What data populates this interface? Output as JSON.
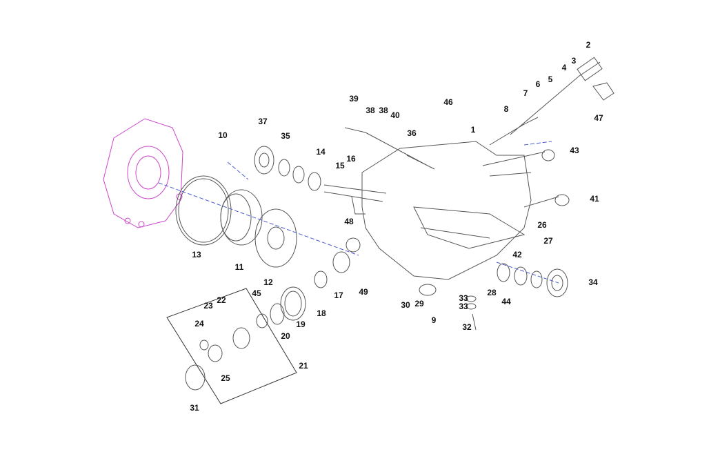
{
  "diagram": {
    "title": "Injection pump exploded view",
    "colors": {
      "line": "#444444",
      "flange": "#cc44cc",
      "leader": "#4a5ad0"
    },
    "labels": [
      "2",
      "3",
      "4",
      "5",
      "6",
      "7",
      "8",
      "47",
      "46",
      "39",
      "38",
      "38",
      "40",
      "36",
      "1",
      "43",
      "41",
      "37",
      "35",
      "14",
      "16",
      "15",
      "10",
      "13",
      "11",
      "12",
      "48",
      "17",
      "18",
      "49",
      "26",
      "27",
      "42",
      "28",
      "44",
      "34",
      "30",
      "29",
      "9",
      "33",
      "33",
      "32",
      "45",
      "20",
      "19",
      "22",
      "23",
      "24",
      "25",
      "21",
      "31"
    ]
  }
}
